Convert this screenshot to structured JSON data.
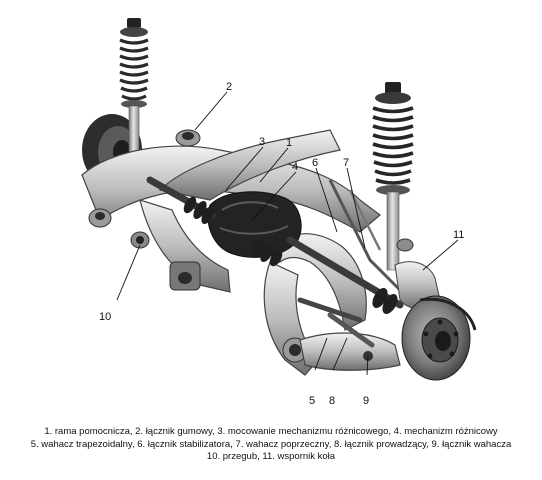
{
  "callouts": [
    {
      "id": 1,
      "label": "1"
    },
    {
      "id": 2,
      "label": "2"
    },
    {
      "id": 3,
      "label": "3"
    },
    {
      "id": 4,
      "label": "4"
    },
    {
      "id": 5,
      "label": "5"
    },
    {
      "id": 6,
      "label": "6"
    },
    {
      "id": 7,
      "label": "7"
    },
    {
      "id": 8,
      "label": "8"
    },
    {
      "id": 9,
      "label": "9"
    },
    {
      "id": 10,
      "label": "10"
    },
    {
      "id": 11,
      "label": "11"
    }
  ],
  "caption": {
    "line1": "1. rama pomocnicza, 2. łącznik gumowy, 3. mocowanie mechanizmu różnicowego, 4. mechanizm różnicowy",
    "line2": "5. wahacz trapezoidalny, 6. łącznik stabilizatora, 7. wahacz poprzeczny, 8. łącznik prowadzący, 9. łącznik wahacza",
    "line3": "10. przegub, 11. wspornik koła"
  }
}
